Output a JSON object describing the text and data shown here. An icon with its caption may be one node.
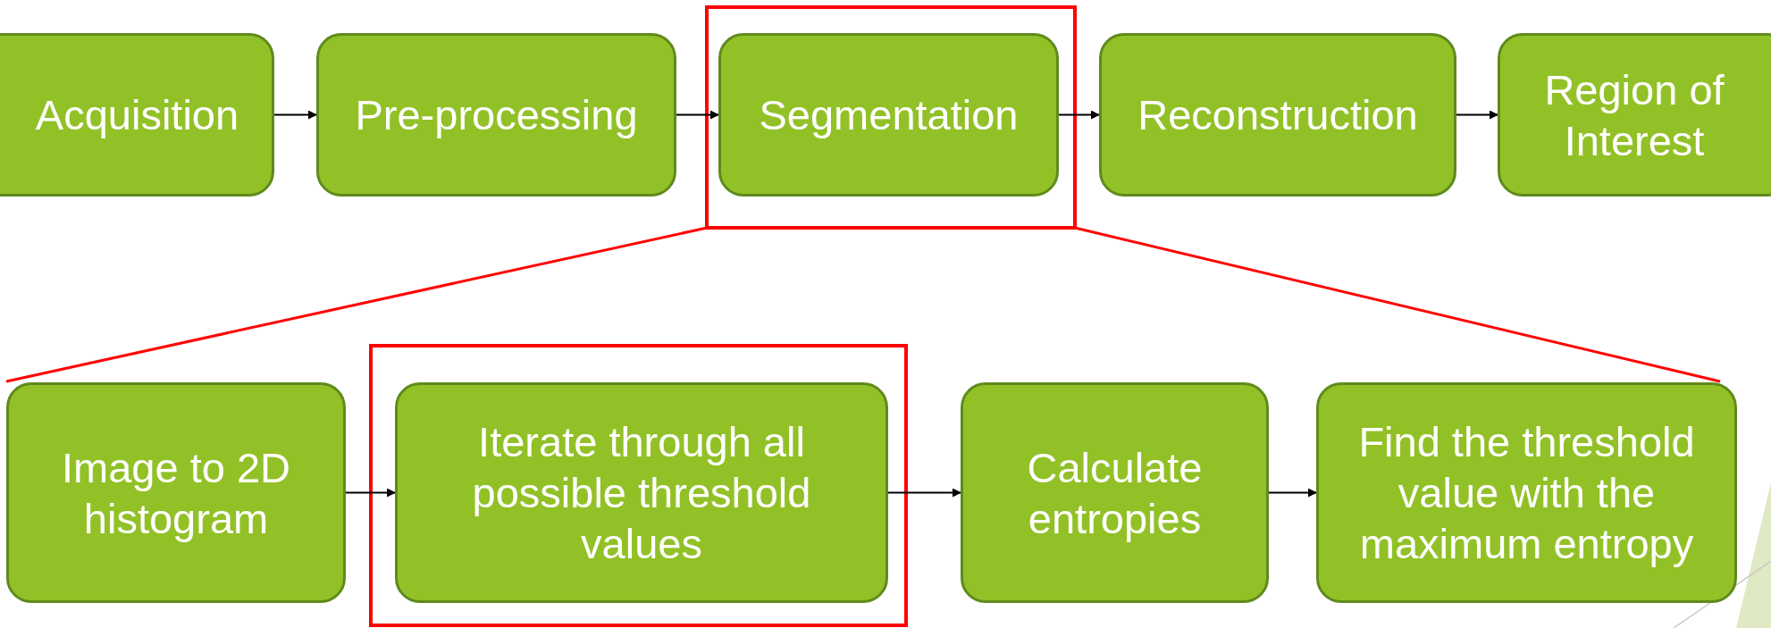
{
  "diagram": {
    "nodes": [
      {
        "text": [
          "Acquisition"
        ]
      },
      {
        "text": [
          "Pre-processing"
        ]
      },
      {
        "text": [
          "Segmentation"
        ]
      },
      {
        "text": [
          "Reconstruction"
        ]
      },
      {
        "text": [
          "Region of Interest"
        ]
      },
      {
        "text": [
          "Image to 2D histogram"
        ]
      },
      {
        "text": [
          "Iterate through all possible threshold values"
        ]
      },
      {
        "text": [
          "Calculate entropies"
        ]
      },
      {
        "text": [
          "Find the threshold value with the maximum entropy"
        ]
      }
    ],
    "edges": [
      {
        "from": 0,
        "to": 1,
        "arrow": "to"
      },
      {
        "from": 1,
        "to": 2,
        "arrow": "to"
      },
      {
        "from": 2,
        "to": 3,
        "arrow": "to"
      },
      {
        "from": 3,
        "to": 4,
        "arrow": "to"
      },
      {
        "from": 5,
        "to": 6,
        "arrow": "to"
      },
      {
        "from": 6,
        "to": 7,
        "arrow": "to"
      },
      {
        "from": 7,
        "to": 8,
        "arrow": "to"
      }
    ]
  }
}
